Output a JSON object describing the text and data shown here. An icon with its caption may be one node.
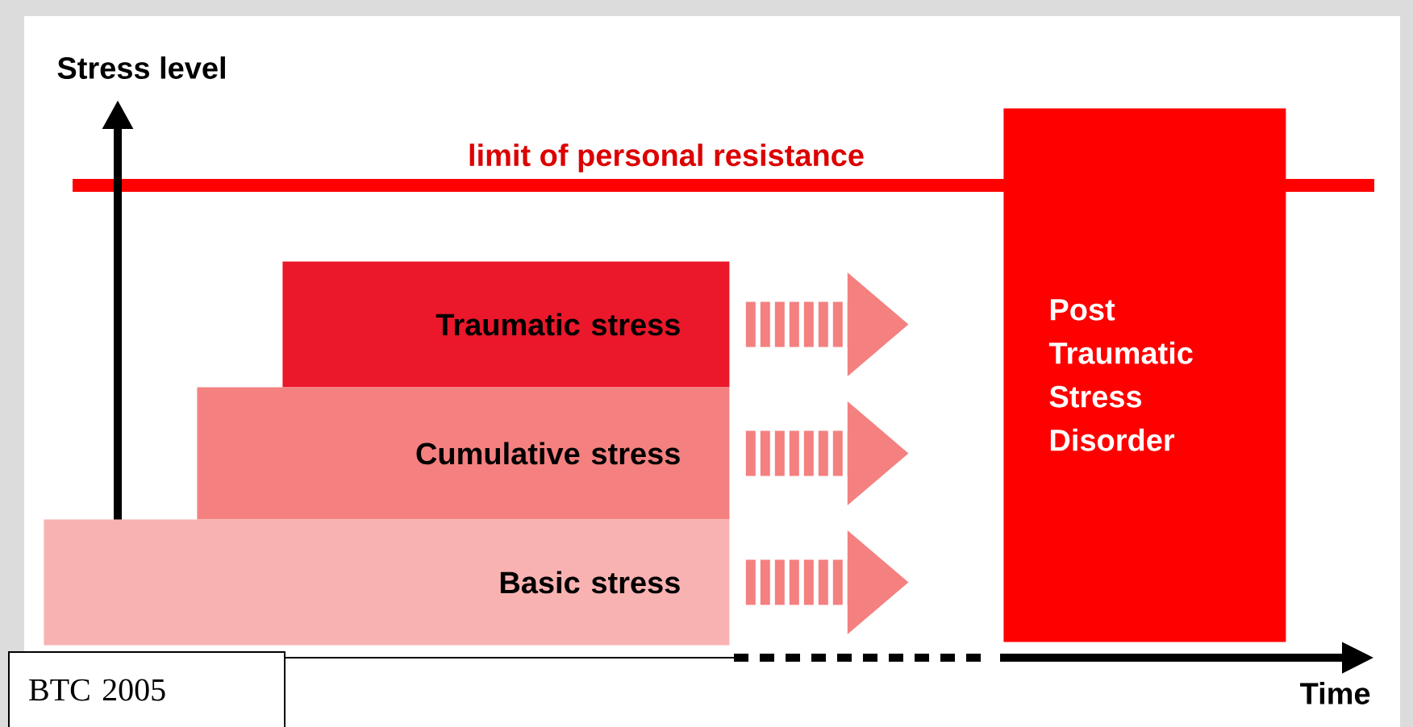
{
  "diagram": {
    "nodes": [
      {
        "text": [
          "Traumatic stress"
        ]
      },
      {
        "text": [
          "Cumulative stress"
        ]
      },
      {
        "text": [
          "Basic stress"
        ]
      },
      {
        "text": [
          "Post Traumatic Stress Disorder"
        ]
      },
      {
        "text": [
          "BTC 2005"
        ]
      }
    ],
    "edges": [
      {
        "from": 0,
        "to": null,
        "arrow": "to"
      },
      {
        "from": 1,
        "to": null,
        "arrow": "to"
      },
      {
        "from": 2,
        "to": null,
        "arrow": "to"
      }
    ],
    "labels": [
      "Stress level",
      "limit of personal resistance",
      "Time"
    ]
  }
}
